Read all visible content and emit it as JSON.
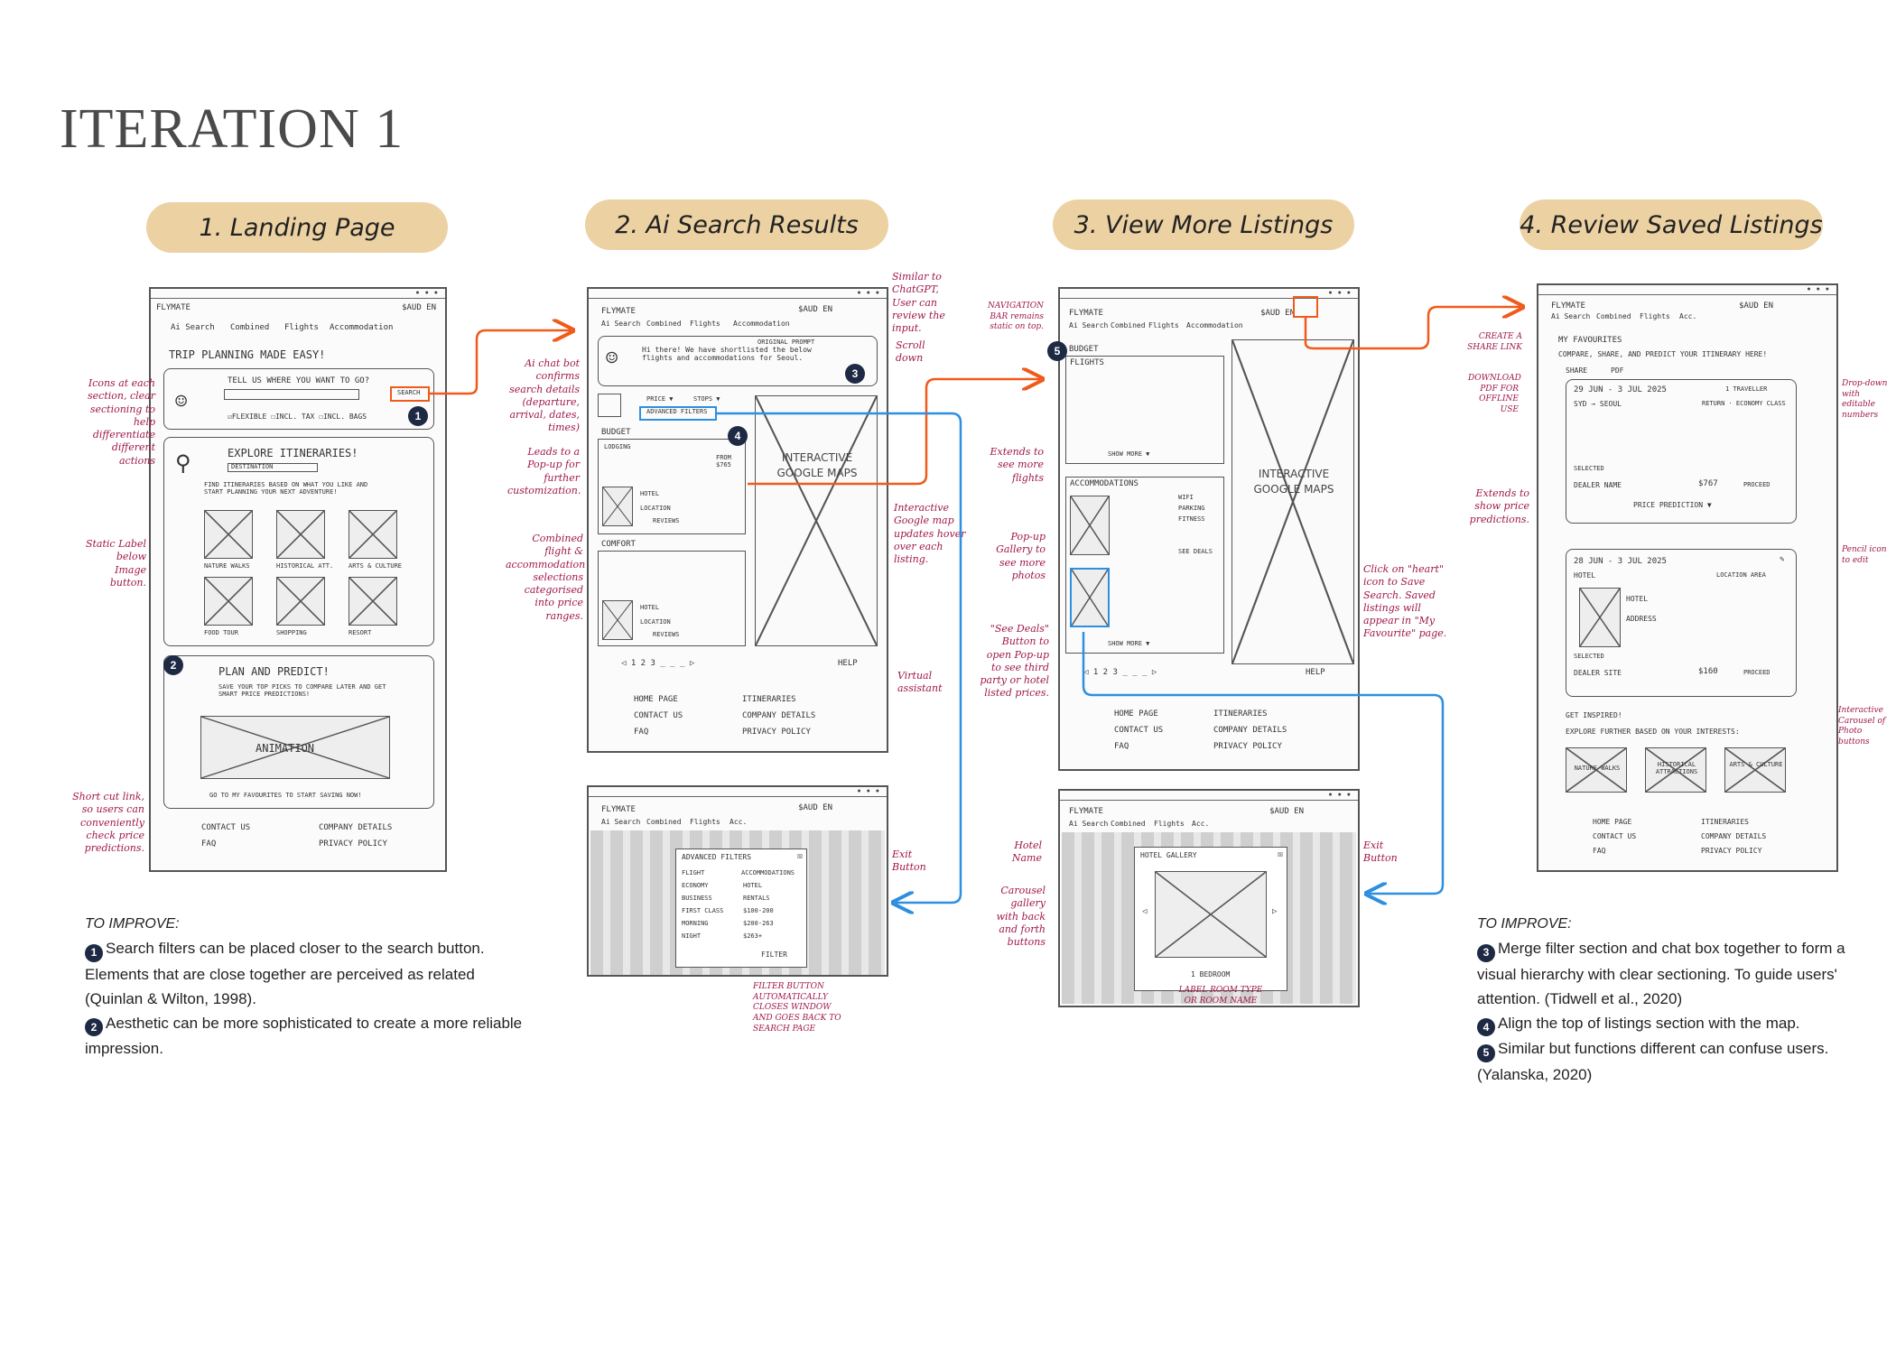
{
  "title": "ITERATION 1",
  "steps": [
    {
      "label": "1. Landing Page"
    },
    {
      "label": "2. Ai Search Results"
    },
    {
      "label": "3. View More Listings"
    },
    {
      "label": "4. Review Saved Listings"
    }
  ],
  "wireframe_text": {
    "logo": "FLYMATE",
    "nav": [
      "Ai Search",
      "Combined",
      "Flights",
      "Accommodation"
    ],
    "nav_short": [
      "Ai Search",
      "Combined",
      "Flights",
      "Acc."
    ],
    "topbar_right": "$AUD EN",
    "landing": {
      "tagline": "TRIP PLANNING MADE EASY!",
      "search_prompt": "TELL US WHERE YOU WANT TO GO?",
      "search_button": "SEARCH",
      "options": "☑FLEXIBLE  ☐INCL. TAX  ☐INCL. BAGS",
      "explore_title": "EXPLORE ITINERARIES!",
      "destination": "DESTINATION",
      "explore_desc": "FIND ITINERARIES BASED ON WHAT YOU LIKE AND START PLANNING YOUR NEXT ADVENTURE!",
      "tiles": [
        "NATURE WALKS",
        "HISTORICAL ATT.",
        "ARTS & CULTURE",
        "FOOD TOUR",
        "SHOPPING",
        "RESORT"
      ],
      "plan_title": "PLAN AND PREDICT!",
      "plan_desc": "SAVE YOUR TOP PICKS TO COMPARE LATER AND GET SMART PRICE PREDICTIONS!",
      "animation": "ANIMATION",
      "shortcut": "GO TO MY FAVOURITES TO START SAVING NOW!",
      "footer": [
        "CONTACT US",
        "FAQ",
        "COMPANY DETAILS",
        "PRIVACY POLICY"
      ]
    },
    "results": {
      "chat": "Hi there! We have shortlisted the below flights and accommodations for Seoul.",
      "original_prompt": "ORIGINAL PROMPT",
      "filters": [
        "PRICE ▼",
        "STOPS ▼"
      ],
      "advanced_filters": "ADVANCED FILTERS",
      "budget": "BUDGET",
      "comfort": "COMFORT",
      "lodging": "LODGING",
      "hotel": "HOTEL",
      "location": "LOCATION",
      "reviews": "REVIEWS",
      "price": "FROM $765",
      "map": "INTERACTIVE GOOGLE MAPS",
      "help": "HELP",
      "footer": [
        "HOME PAGE",
        "ITINERARIES",
        "CONTACT US",
        "COMPANY DETAILS",
        "FAQ",
        "PRIVACY POLICY"
      ]
    },
    "filters_modal": {
      "title": "ADVANCED FILTERS",
      "col1_head": "FLIGHT",
      "col1": [
        "ECONOMY",
        "BUSINESS",
        "FIRST CLASS",
        "MORNING",
        "NIGHT"
      ],
      "col2_head": "ACCOMMODATIONS",
      "col2": [
        "HOTEL",
        "RENTALS",
        "$100-200",
        "$200-263",
        "$263+"
      ],
      "button": "FILTER"
    },
    "more": {
      "budget": "BUDGET",
      "flights": "FLIGHTS",
      "accommodations": "ACCOMMODATIONS",
      "show_more": "SHOW MORE ▼",
      "see_deals": "SEE DEALS",
      "amenities": [
        "WIFI",
        "PARKING",
        "FITNESS"
      ],
      "map": "INTERACTIVE GOOGLE MAPS",
      "help": "HELP",
      "footer": [
        "HOME PAGE",
        "ITINERARIES",
        "CONTACT US",
        "COMPANY DETAILS",
        "FAQ",
        "PRIVACY POLICY"
      ]
    },
    "gallery_modal": {
      "title": "HOTEL GALLERY",
      "caption": "1 BEDROOM"
    },
    "saved": {
      "heading": "MY FAVOURITES",
      "subheading": "COMPARE, SHARE, AND PREDICT YOUR ITINERARY HERE!",
      "share": "SHARE",
      "pdf": "PDF",
      "date1": "29 JUN - 3 JUL 2025",
      "route": "SYD → SEOUL",
      "travellers": "1 TRAVELLER",
      "class": "RETURN · ECONOMY CLASS",
      "selected": "SELECTED",
      "dealer": "DEALER NAME",
      "price1": "$767",
      "proceed": "PROCEED",
      "prediction": "PRICE PREDICTION ▼",
      "date2": "28 JUN - 3 JUL 2025",
      "hotel": "HOTEL",
      "location_area": "LOCATION AREA",
      "address": "ADDRESS",
      "dealer_site": "DEALER SITE",
      "price2": "$160",
      "inspired": "GET INSPIRED!",
      "explore": "EXPLORE FURTHER BASED ON YOUR INTERESTS:",
      "tiles": [
        "NATURE WALKS",
        "HISTORICAL ATTRACTIONS",
        "ARTS & CULTURE"
      ],
      "footer": [
        "HOME PAGE",
        "ITINERARIES",
        "CONTACT US",
        "COMPANY DETAILS",
        "FAQ",
        "PRIVACY POLICY"
      ]
    }
  },
  "annotations": {
    "landing_icons": "Icons at each section, clear sectioning to help differentiate different actions",
    "landing_static": "Static Label below Image button.",
    "landing_shortcut": "Short cut link, so users can conveniently check price predictions.",
    "results_chatbot": "Ai chat bot confirms search details (departure, arrival, dates, times)",
    "results_popup": "Leads to a Pop-up for further customization.",
    "results_combined": "Combined flight & accommodation selections categorised into price ranges.",
    "results_scroll_chat": "Similar to ChatGPT, User can review the input.",
    "results_scroll_down": "Scroll down",
    "results_map": "Interactive Google map updates hover over each listing.",
    "results_virtual": "Virtual assistant",
    "filters_exit": "Exit Button",
    "filters_button": "FILTER BUTTON AUTOMATICALLY CLOSES WINDOW AND GOES BACK TO SEARCH PAGE",
    "more_nav": "NAVIGATION BAR remains static on top.",
    "more_extends": "Extends to see more flights",
    "more_popup": "Pop-up Gallery to see more photos",
    "more_seedeals": "\"See Deals\" Button to open Pop-up to see third party or hotel listed prices.",
    "more_heart": "Click on \"heart\" icon to Save Search. Saved listings will appear in \"My Favourite\" page.",
    "gallery_hotel": "Hotel Name",
    "gallery_carousel": "Carousel gallery with back and forth buttons",
    "gallery_exit": "Exit Button",
    "gallery_label": "LABEL ROOM TYPE OR ROOM NAME",
    "saved_share": "CREATE A SHARE LINK",
    "saved_pdf": "DOWNLOAD PDF FOR OFFLINE USE",
    "saved_extends": "Extends to show price predictions.",
    "saved_dropdown": "Drop-down with editable numbers",
    "saved_pencil": "Pencil icon to edit",
    "saved_carousel": "Interactive Carousel of Photo buttons"
  },
  "improve_left": {
    "heading": "TO IMPROVE:",
    "items": [
      {
        "num": "1",
        "text": "Search filters can be placed closer to the search button. Elements that are close together are perceived as related (Quinlan & Wilton, 1998)."
      },
      {
        "num": "2",
        "text": "Aesthetic can be more sophisticated to create a more reliable impression."
      }
    ]
  },
  "improve_right": {
    "heading": "TO IMPROVE:",
    "items": [
      {
        "num": "3",
        "text": "Merge filter section and chat box together to form a visual hierarchy with clear sectioning. To guide users' attention. (Tidwell et al., 2020)"
      },
      {
        "num": "4",
        "text": "Align the top of listings section with the map."
      },
      {
        "num": "5",
        "text": "Similar but functions different can confuse users. (Yalanska, 2020)"
      }
    ]
  },
  "colors": {
    "pill": "#ecd1a3",
    "annotation": "#a0174b",
    "arrow_orange": "#f05a1a",
    "arrow_blue": "#2e8fe0",
    "badge": "#1e2a44"
  }
}
